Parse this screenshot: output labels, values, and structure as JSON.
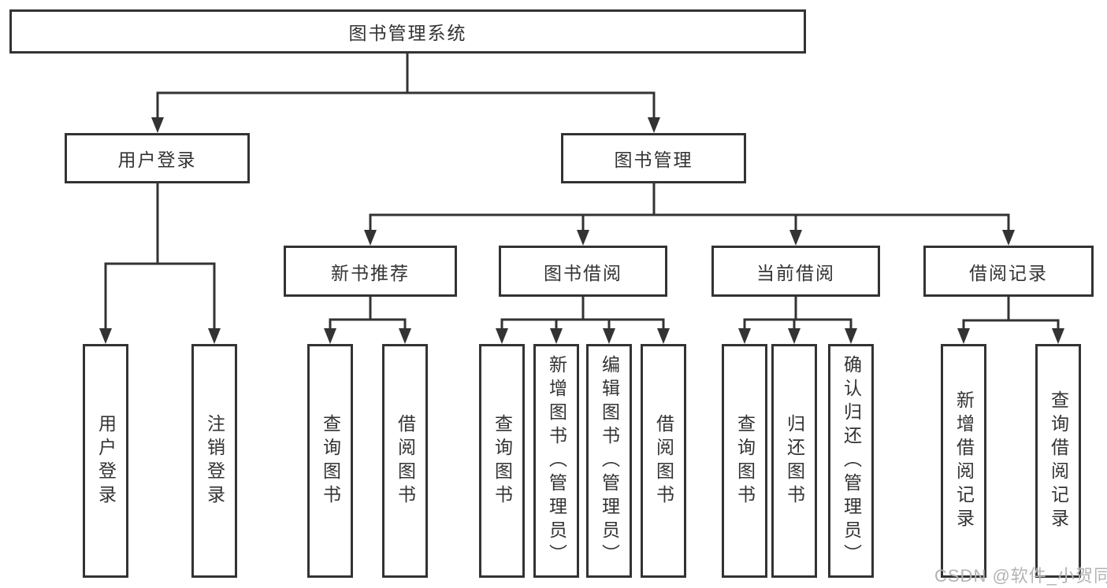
{
  "diagram": {
    "title": "图书管理系统",
    "root": {
      "label": "图书管理系统"
    },
    "level2": [
      {
        "label": "用户登录"
      },
      {
        "label": "图书管理"
      }
    ],
    "level3": [
      {
        "label": "新书推荐"
      },
      {
        "label": "图书借阅"
      },
      {
        "label": "当前借阅"
      },
      {
        "label": "借阅记录"
      }
    ],
    "leaves": [
      {
        "label": "用户登录",
        "parent": "用户登录"
      },
      {
        "label": "注销登录",
        "parent": "用户登录"
      },
      {
        "label": "查询图书",
        "parent": "新书推荐"
      },
      {
        "label": "借阅图书",
        "parent": "新书推荐"
      },
      {
        "label": "查询图书",
        "parent": "图书借阅"
      },
      {
        "label": "新增图书（管理员）",
        "parent": "图书借阅"
      },
      {
        "label": "编辑图书（管理员）",
        "parent": "图书借阅"
      },
      {
        "label": "借阅图书",
        "parent": "图书借阅"
      },
      {
        "label": "查询图书",
        "parent": "当前借阅"
      },
      {
        "label": "归还图书",
        "parent": "当前借阅"
      },
      {
        "label": "确认归还（管理员）",
        "parent": "当前借阅"
      },
      {
        "label": "新增借阅记录",
        "parent": "借阅记录"
      },
      {
        "label": "查询借阅记录",
        "parent": "借阅记录"
      }
    ],
    "watermark": "CSDN @软件_小贺同学",
    "colors": {
      "line": "#333333",
      "text": "#333333",
      "box_background": "#ffffff",
      "watermark": "#b3b3b3",
      "page_background": "#ffffff"
    }
  }
}
